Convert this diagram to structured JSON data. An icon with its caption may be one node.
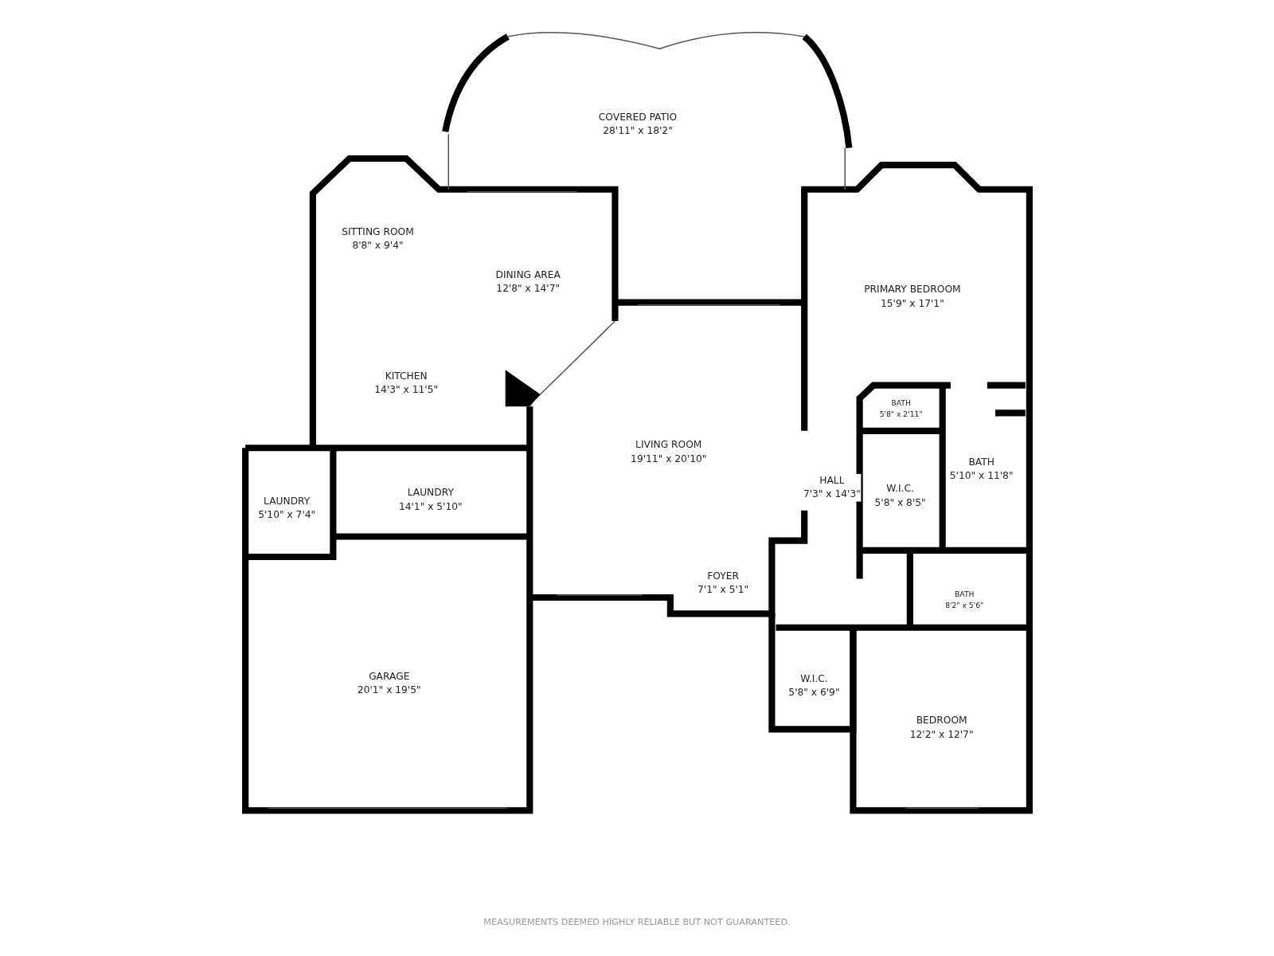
{
  "diagram": {
    "nodes": [
      {
        "text": [
          "COVERED PATIO",
          "28'11\" x 18'2\""
        ]
      },
      {
        "text": [
          "SITTING ROOM",
          "8'8\" x 9'4\""
        ]
      },
      {
        "text": [
          "DINING AREA",
          "12'8\" x 14'7\""
        ]
      },
      {
        "text": [
          "PRIMARY BEDROOM",
          "15'9\" x 17'1\""
        ]
      },
      {
        "text": [
          "KITCHEN",
          "14'3\" x 11'5\""
        ]
      },
      {
        "text": [
          "BATH",
          "5'8\" x 2'11\""
        ]
      },
      {
        "text": [
          "LIVING ROOM",
          "19'11\" x 20'10\""
        ]
      },
      {
        "text": [
          "BATH",
          "5'10\" x 11'8\""
        ]
      },
      {
        "text": [
          "W.I.C.",
          "5'8\" x 8'5\""
        ]
      },
      {
        "text": [
          "LAUNDRY",
          "14'1\" x 5'10\""
        ]
      },
      {
        "text": [
          "LAUNDRY",
          "5'10\" x 7'4\""
        ]
      },
      {
        "text": [
          "HALL",
          "7'3\" x 14'3\""
        ]
      },
      {
        "text": [
          "FOYER",
          "7'1\" x 5'1\""
        ]
      },
      {
        "text": [
          "BATH",
          "8'2\" x 5'6\""
        ]
      },
      {
        "text": [
          "GARAGE",
          "20'1\" x 19'5\""
        ]
      },
      {
        "text": [
          "W.I.C.",
          "5'8\" x 6'9\""
        ]
      },
      {
        "text": [
          "BEDROOM",
          "12'2\" x 12'7\""
        ]
      }
    ],
    "edges": [],
    "labels": [
      "MEASUREMENTS DEEMED HIGHLY RELIABLE BUT NOT GUARANTEED."
    ]
  }
}
